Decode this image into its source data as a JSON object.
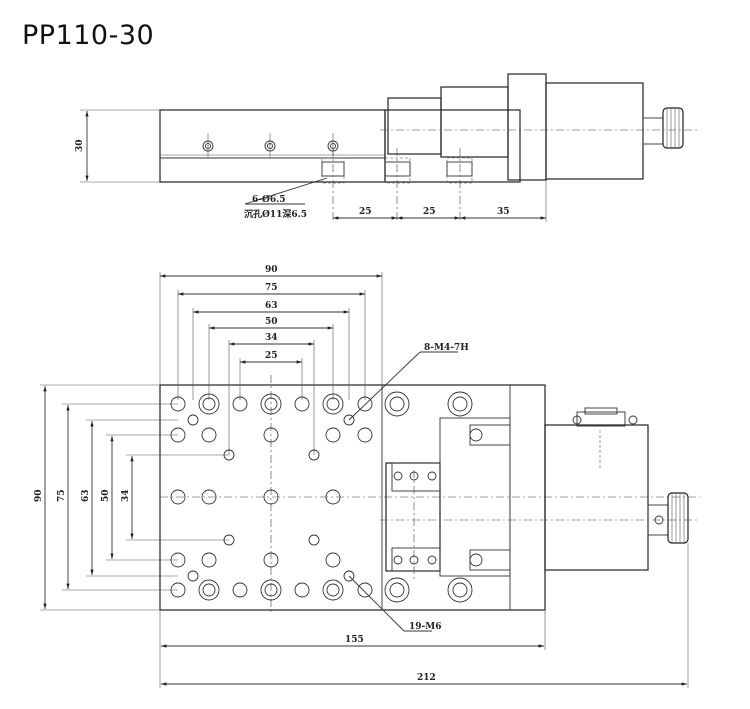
{
  "title": "PP110-30",
  "side_view": {
    "height_label": "30",
    "counterbore_note_line1": "6-Ø6.5",
    "counterbore_note_line2": "沉孔Ø11深6.5",
    "spacing_labels": [
      "25",
      "25",
      "35"
    ]
  },
  "top_view": {
    "width_labels": [
      "90",
      "75",
      "63",
      "50",
      "34",
      "25"
    ],
    "height_labels": [
      "90",
      "75",
      "63",
      "50",
      "34"
    ],
    "thread_note_top": "8-M4-7H",
    "thread_note_bottom": "19-M6",
    "base_length_label": "155",
    "total_length_label": "212"
  }
}
